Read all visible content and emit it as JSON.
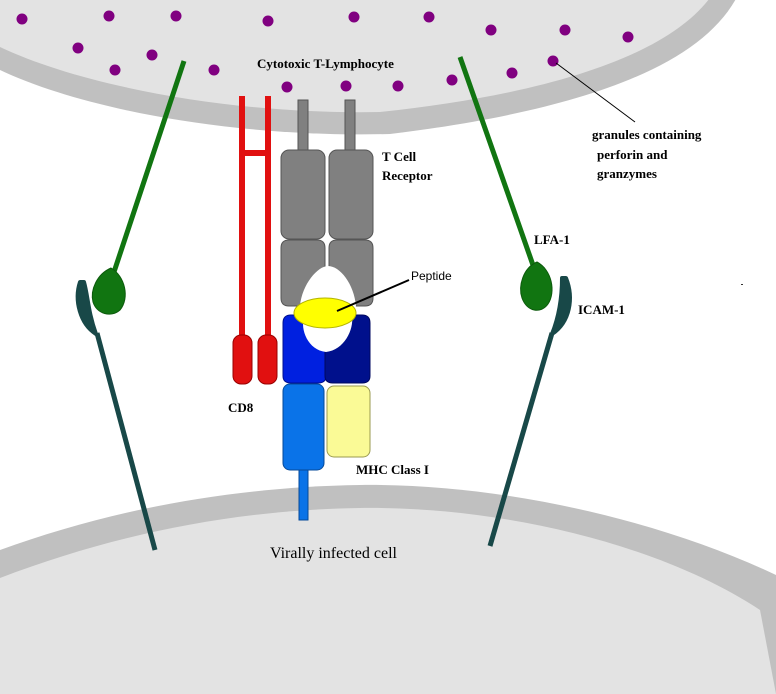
{
  "cells": {
    "top_cell": "Cytotoxic T-Lymphocyte",
    "bottom_cell": "Virally infected cell"
  },
  "labels": {
    "tcr_line1": "T Cell",
    "tcr_line2": "Receptor",
    "granules_line1": "granules containing",
    "granules_line2": "perforin and",
    "granules_line3": "granzymes",
    "lfa1": "LFA-1",
    "icam1": "ICAM-1",
    "peptide": "Peptide",
    "cd8": "CD8",
    "mhc": "MHC Class I"
  },
  "colors": {
    "membrane": "#c0c0c0",
    "cytoplasm": "#e3e3e3",
    "granule": "#800080",
    "tcr": "#808080",
    "cd8": "#e11010",
    "lfa1": "#117511",
    "icam1": "#184848",
    "peptide": "#ffff00",
    "mhc_alpha1": "#0020e0",
    "mhc_alpha2": "#00108c",
    "mhc_alpha3": "#0a73e8",
    "b2m": "#fafa96"
  }
}
